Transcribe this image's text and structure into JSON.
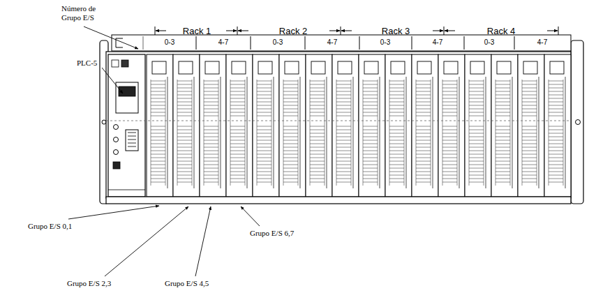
{
  "diagram": {
    "labels": [
      "Número de Grupo E/S",
      "Rack 1",
      "Rack 2",
      "Rack 3",
      "Rack 4",
      "PLC-5",
      "0-3",
      "4-7",
      "0-3",
      "4-7",
      "0-3",
      "4-7",
      "0-3",
      "4-7",
      "Grupo E/S 0,1",
      "Grupo E/S 6,7",
      "Grupo E/S 2,3",
      "Grupo E/S 4,5"
    ]
  }
}
